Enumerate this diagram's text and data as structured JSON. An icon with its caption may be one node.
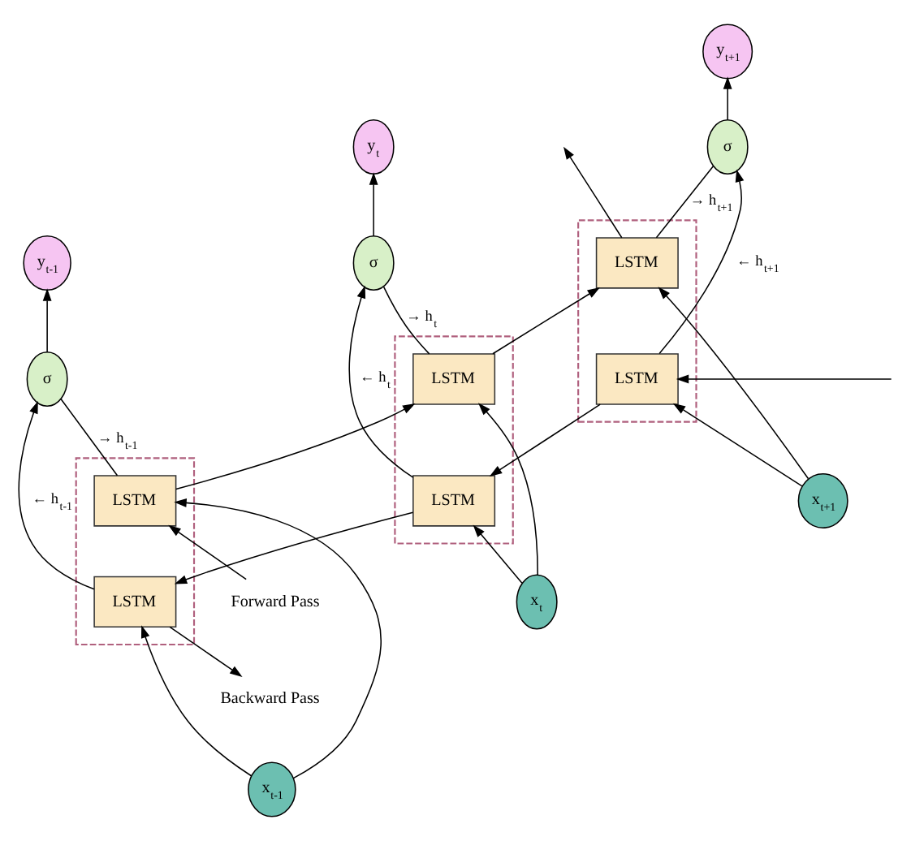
{
  "diagram": {
    "nodes": [
      {
        "text": [
          "y$_{t-1}$"
        ]
      },
      {
        "text": [
          "y$_{t}$"
        ]
      },
      {
        "text": [
          "y$_{t+1}$"
        ]
      },
      {
        "text": [
          "σ"
        ]
      },
      {
        "text": [
          "σ"
        ]
      },
      {
        "text": [
          "σ"
        ]
      },
      {
        "text": [
          "Forward Pass"
        ]
      },
      {
        "text": [],
        "shape": "box"
      },
      {
        "text": [
          "LSTM"
        ],
        "in": 7
      },
      {
        "text": [
          "LSTM"
        ],
        "in": 7
      },
      {
        "text": [],
        "shape": "box"
      },
      {
        "text": [
          "LSTM"
        ],
        "in": 10
      },
      {
        "text": [
          "LSTM"
        ],
        "in": 10
      },
      {
        "text": [],
        "shape": "box"
      },
      {
        "text": [
          "LSTM"
        ],
        "in": 13
      },
      {
        "text": [
          "LSTM"
        ],
        "in": 13
      },
      {
        "text": [
          "Backward Pass"
        ]
      },
      {
        "text": [
          "x$_{t-1}$"
        ]
      },
      {
        "text": [
          "x$_{t}$"
        ]
      },
      {
        "text": [
          "x$_{t+1}$"
        ]
      }
    ],
    "edges": [
      {
        "from": 3,
        "to": 0,
        "arrow": "to"
      },
      {
        "from": 4,
        "to": 1,
        "arrow": "to"
      },
      {
        "from": 5,
        "to": 2,
        "arrow": "to"
      },
      {
        "from": 6,
        "to": 8,
        "arrow": "to"
      },
      {
        "from": 8,
        "to": 11,
        "arrow": "to"
      },
      {
        "from": 11,
        "to": 14,
        "arrow": "to"
      },
      {
        "from": 14,
        "to": null,
        "arrow": "to"
      },
      {
        "from": null,
        "to": 15,
        "arrow": "to"
      },
      {
        "from": 15,
        "to": 12,
        "arrow": "to"
      },
      {
        "from": 12,
        "to": 9,
        "arrow": "to"
      },
      {
        "from": 9,
        "to": 16,
        "arrow": "to"
      },
      {
        "from": 8,
        "to": 3,
        "arrow": "none",
        "label": "→ h$_{t-1}$"
      },
      {
        "from": 9,
        "to": 3,
        "arrow": "to",
        "label": "← h$_{t-1}$"
      },
      {
        "from": 11,
        "to": 4,
        "arrow": "none",
        "label": "→ h$_{t}$"
      },
      {
        "from": 12,
        "to": 4,
        "arrow": "to",
        "label": "← h$_{t}$"
      },
      {
        "from": 14,
        "to": 5,
        "arrow": "none",
        "label": "→ h$_{t+1}$"
      },
      {
        "from": 15,
        "to": 5,
        "arrow": "to",
        "label": "← h$_{t+1}$"
      },
      {
        "from": 17,
        "to": 9,
        "arrow": "to"
      },
      {
        "from": 17,
        "to": 8,
        "arrow": "to"
      },
      {
        "from": 18,
        "to": 12,
        "arrow": "to"
      },
      {
        "from": 18,
        "to": 11,
        "arrow": "to"
      },
      {
        "from": 19,
        "to": 15,
        "arrow": "to"
      },
      {
        "from": 19,
        "to": 14,
        "arrow": "to"
      }
    ]
  }
}
